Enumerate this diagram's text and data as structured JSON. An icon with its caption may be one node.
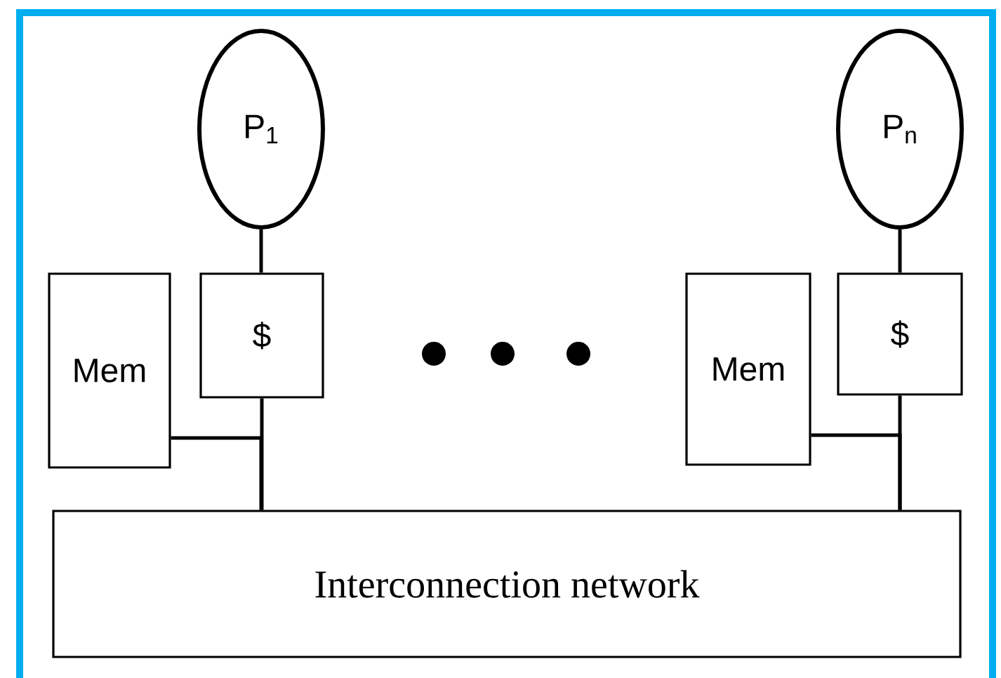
{
  "diagram": {
    "nodes": [
      {
        "text": [
          "P$_{1}$"
        ]
      },
      {
        "text": [
          "$"
        ]
      },
      {
        "text": [
          "Mem"
        ]
      },
      {
        "text": [
          "P$_{n}$"
        ]
      },
      {
        "text": [
          "$"
        ]
      },
      {
        "text": [
          "Mem"
        ]
      },
      {
        "text": [
          "Interconnection network"
        ]
      }
    ],
    "edges": [
      {
        "from": 0,
        "to": 1,
        "arrow": "none"
      },
      {
        "from": 1,
        "to": 6,
        "arrow": "none"
      },
      {
        "from": 2,
        "to": 6,
        "arrow": "none"
      },
      {
        "from": 3,
        "to": 4,
        "arrow": "none"
      },
      {
        "from": 4,
        "to": 6,
        "arrow": "none"
      },
      {
        "from": 5,
        "to": 6,
        "arrow": "none"
      }
    ]
  }
}
